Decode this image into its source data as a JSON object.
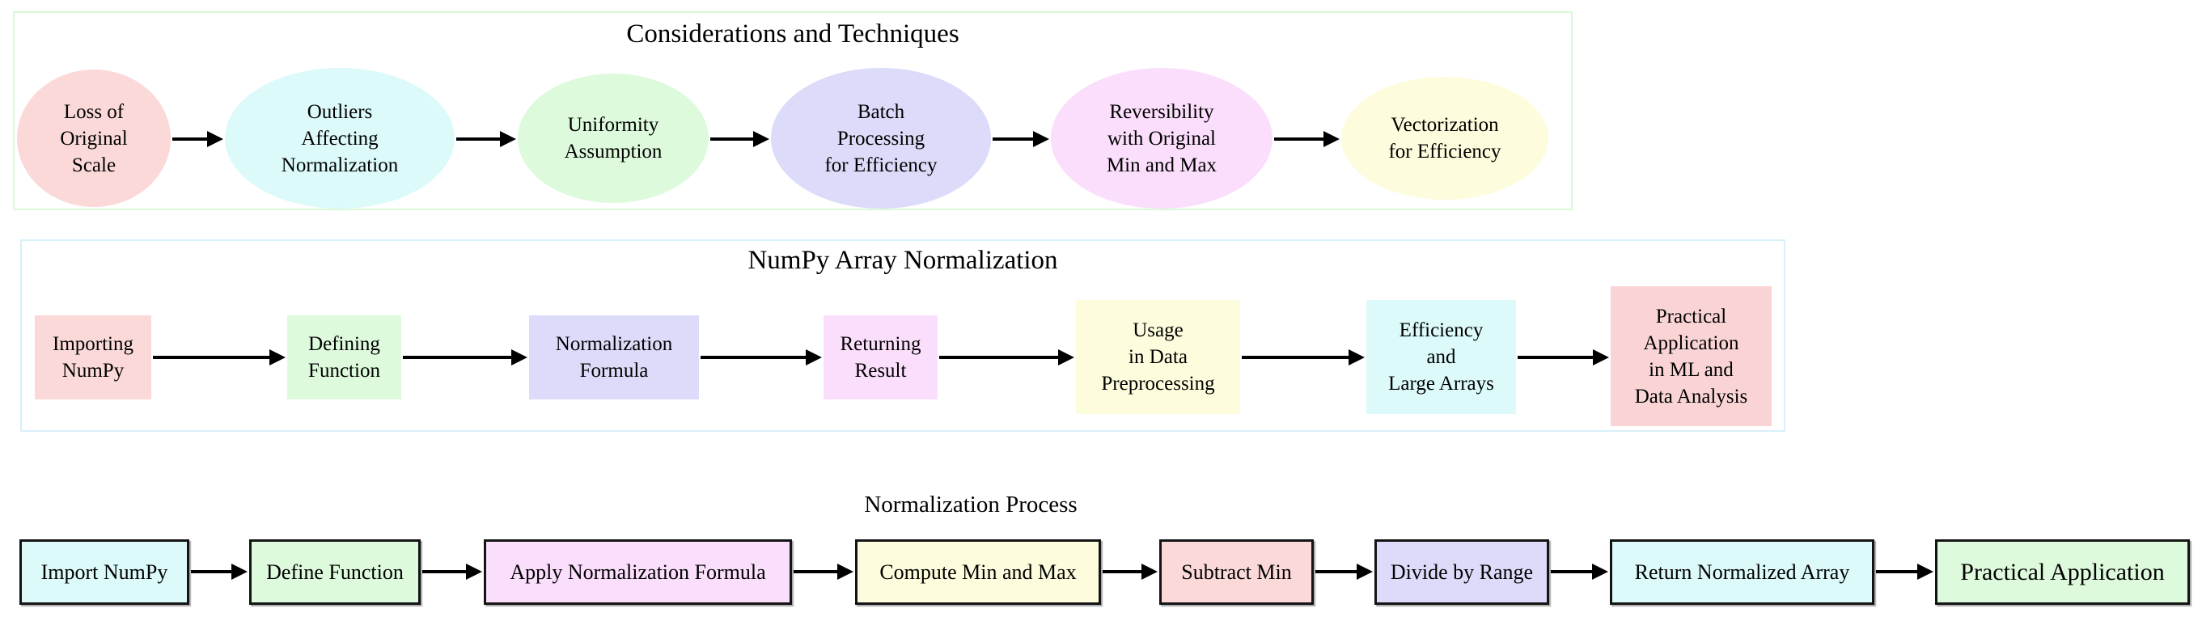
{
  "background": "#ffffff",
  "arrow_color": "#000000",
  "sections": [
    {
      "title": "Considerations and Techniques",
      "border_color": "#d8f8d8",
      "shape": "ellipse",
      "nodes": [
        {
          "label": "Loss of\nOriginal\nScale",
          "color": "#fbd9d9"
        },
        {
          "label": "Outliers\nAffecting\nNormalization",
          "color": "#dcfafa"
        },
        {
          "label": "Uniformity\nAssumption",
          "color": "#ddfadd"
        },
        {
          "label": "Batch\nProcessing\nfor Efficiency",
          "color": "#dcdcfa"
        },
        {
          "label": "Reversibility\nwith Original\nMin and Max",
          "color": "#fbdefb"
        },
        {
          "label": "Vectorization\nfor Efficiency",
          "color": "#fdfcdc"
        }
      ]
    },
    {
      "title": "NumPy Array Normalization",
      "border_color": "#d8f0fa",
      "shape": "rectangle",
      "nodes": [
        {
          "label": "Importing\nNumPy",
          "color": "#fbd9d9"
        },
        {
          "label": "Defining\nFunction",
          "color": "#ddfadd"
        },
        {
          "label": "Normalization\nFormula",
          "color": "#dcdcfa"
        },
        {
          "label": "Returning\nResult",
          "color": "#fbdefb"
        },
        {
          "label": "Usage\nin Data\nPreprocessing",
          "color": "#fdfcdc"
        },
        {
          "label": "Efficiency\nand\nLarge Arrays",
          "color": "#dcfafa"
        },
        {
          "label": "Practical\nApplication\nin ML and\nData Analysis",
          "color": "#fad4d4"
        }
      ]
    },
    {
      "title": "Normalization Process",
      "shape": "bordered-rectangle",
      "nodes": [
        {
          "label": "Import NumPy",
          "color": "#dcfafa"
        },
        {
          "label": "Define Function",
          "color": "#ddfadd"
        },
        {
          "label": "Apply Normalization Formula",
          "color": "#fbdefb"
        },
        {
          "label": "Compute Min and Max",
          "color": "#fdfcdc"
        },
        {
          "label": "Subtract Min",
          "color": "#fbd9d9"
        },
        {
          "label": "Divide by Range",
          "color": "#dcdcfa"
        },
        {
          "label": "Return Normalized Array",
          "color": "#dcfafa"
        },
        {
          "label": "Practical Application",
          "color": "#ddfadd"
        }
      ]
    }
  ]
}
